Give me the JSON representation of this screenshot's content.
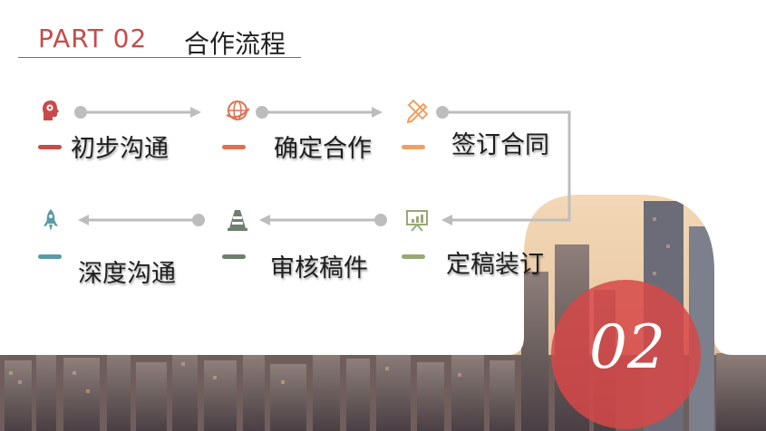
{
  "header": {
    "part": "PART 02",
    "title": "合作流程"
  },
  "colors": {
    "accent": "#c94a4a",
    "step1": "#c94a4a",
    "step2": "#e07050",
    "step3": "#f0a060",
    "step4": "#9aa878",
    "step5": "#6e7f6e",
    "step6": "#5b9aa8",
    "connector": "#bdbdbd"
  },
  "steps": [
    {
      "label": "初步沟通",
      "icon": "head-gear-icon"
    },
    {
      "label": "确定合作",
      "icon": "globe-icon"
    },
    {
      "label": "签订合同",
      "icon": "pencil-ruler-icon"
    },
    {
      "label": "定稿装订",
      "icon": "presentation-board-icon"
    },
    {
      "label": "审核稿件",
      "icon": "traffic-cone-icon"
    },
    {
      "label": "深度沟通",
      "icon": "rocket-icon"
    }
  ],
  "badge": {
    "number": "02"
  }
}
